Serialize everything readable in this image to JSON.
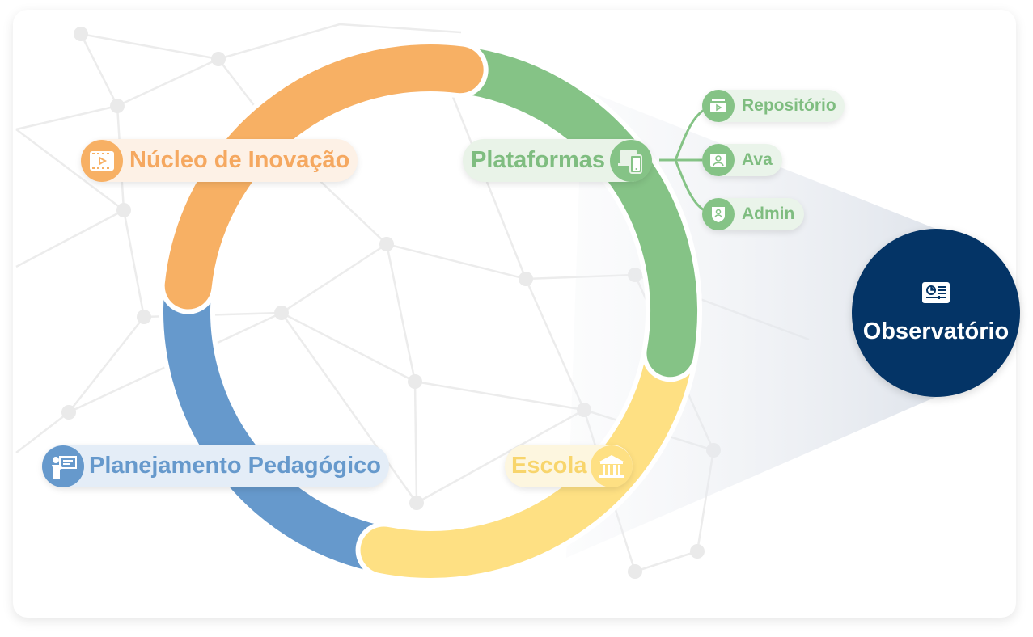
{
  "colors": {
    "orange": "#f7b064",
    "green": "#85c386",
    "yellow": "#fee083",
    "blue": "#6699cc",
    "navy": "#043466"
  },
  "nodes": {
    "nucleo": {
      "label": "Núcleo de Inovação",
      "icon": "video-icon"
    },
    "plataformas": {
      "label": "Plataformas",
      "icon": "devices-icon"
    },
    "escola": {
      "label": "Escola",
      "icon": "school-building-icon"
    },
    "planejamento": {
      "label": "Planejamento Pedagógico",
      "icon": "teacher-board-icon"
    }
  },
  "plataformas_children": [
    {
      "label": "Repositório",
      "icon": "video-folder-icon"
    },
    {
      "label": "Ava",
      "icon": "user-screen-icon"
    },
    {
      "label": "Admin",
      "icon": "user-shield-icon"
    }
  ],
  "observatorio": {
    "label": "Observatório",
    "icon": "dashboard-icon"
  }
}
